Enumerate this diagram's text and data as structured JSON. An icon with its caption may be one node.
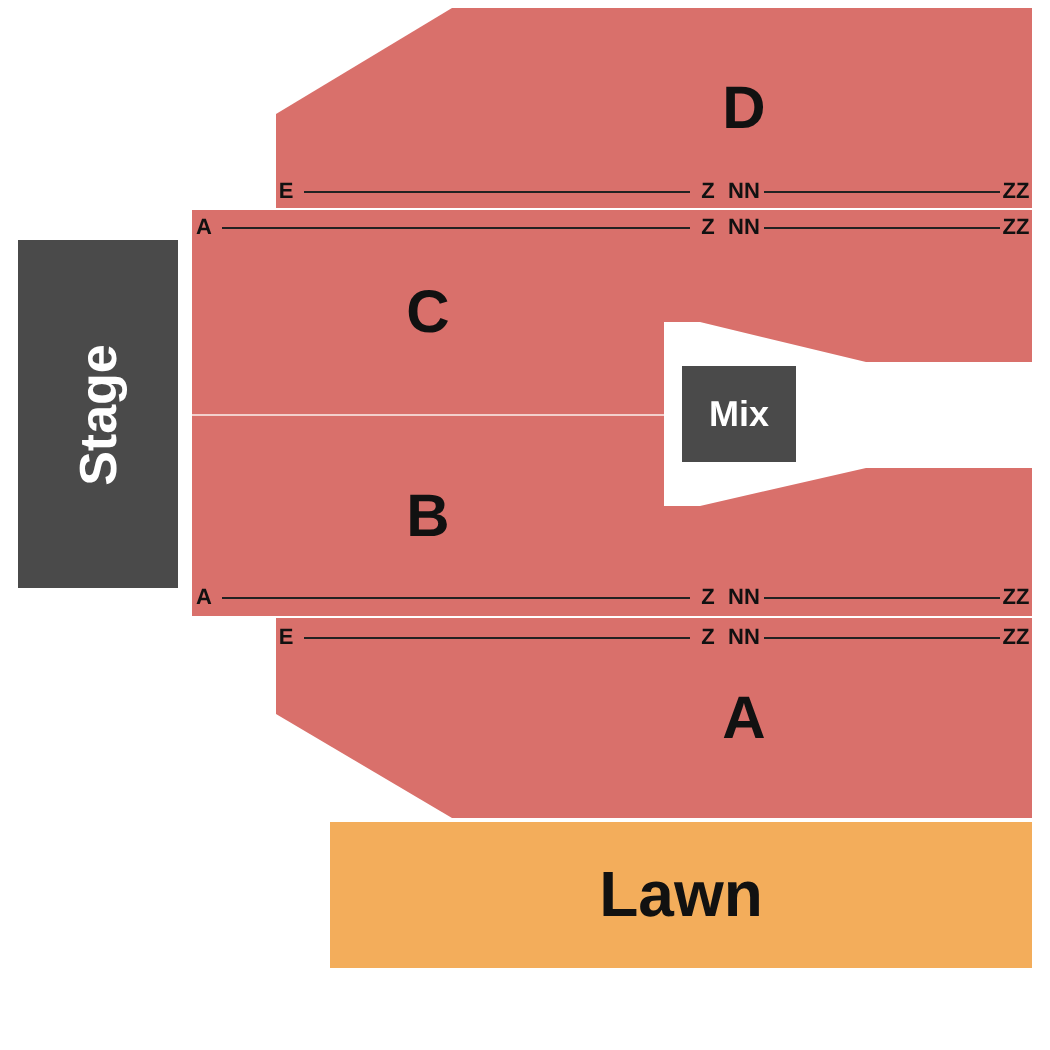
{
  "diagram": {
    "nodes": [
      {
        "text": [
          "Stage"
        ]
      },
      {
        "text": [
          "D"
        ]
      },
      {
        "text": [
          "C"
        ]
      },
      {
        "text": [
          "Mix"
        ]
      },
      {
        "text": [
          "B"
        ]
      },
      {
        "text": [
          "A"
        ]
      },
      {
        "text": [
          "Lawn"
        ]
      }
    ],
    "labels": [
      "E",
      "Z",
      "NN",
      "ZZ",
      "A",
      "Z",
      "NN",
      "ZZ",
      "A",
      "Z",
      "NN",
      "ZZ",
      "E",
      "Z",
      "NN",
      "ZZ"
    ]
  }
}
